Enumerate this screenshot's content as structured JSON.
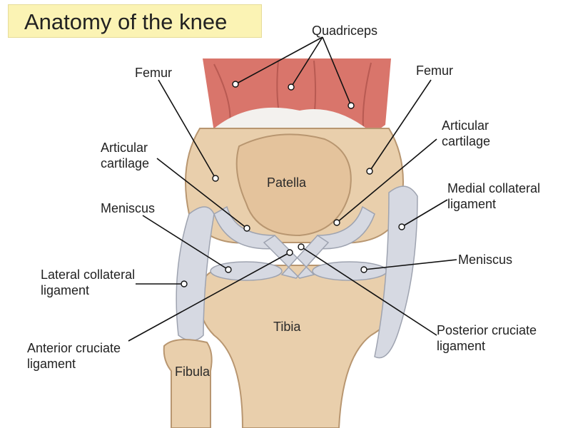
{
  "title": "Anatomy of the knee",
  "labels": {
    "quadriceps": "Quadriceps",
    "femur_left": "Femur",
    "femur_right": "Femur",
    "articular_cartilage_left": [
      "Articular",
      "cartilage"
    ],
    "articular_cartilage_right": [
      "Articular",
      "cartilage"
    ],
    "meniscus_left": "Meniscus",
    "meniscus_right": "Meniscus",
    "medial_collateral": [
      "Medial collateral",
      "ligament"
    ],
    "lateral_collateral": [
      "Lateral collateral",
      "ligament"
    ],
    "anterior_cruciate": [
      "Anterior cruciate",
      "ligament"
    ],
    "posterior_cruciate": [
      "Posterior cruciate",
      "ligament"
    ],
    "patella": "Patella",
    "tibia": "Tibia",
    "fibula": "Fibula"
  },
  "colors": {
    "title_bg": "#fbf3b4",
    "muscle": "#d9756b",
    "bone": "#e9cfac",
    "bone_shade": "#d7b68d",
    "ligament": "#d6d9e2",
    "leader_line": "#111111"
  }
}
